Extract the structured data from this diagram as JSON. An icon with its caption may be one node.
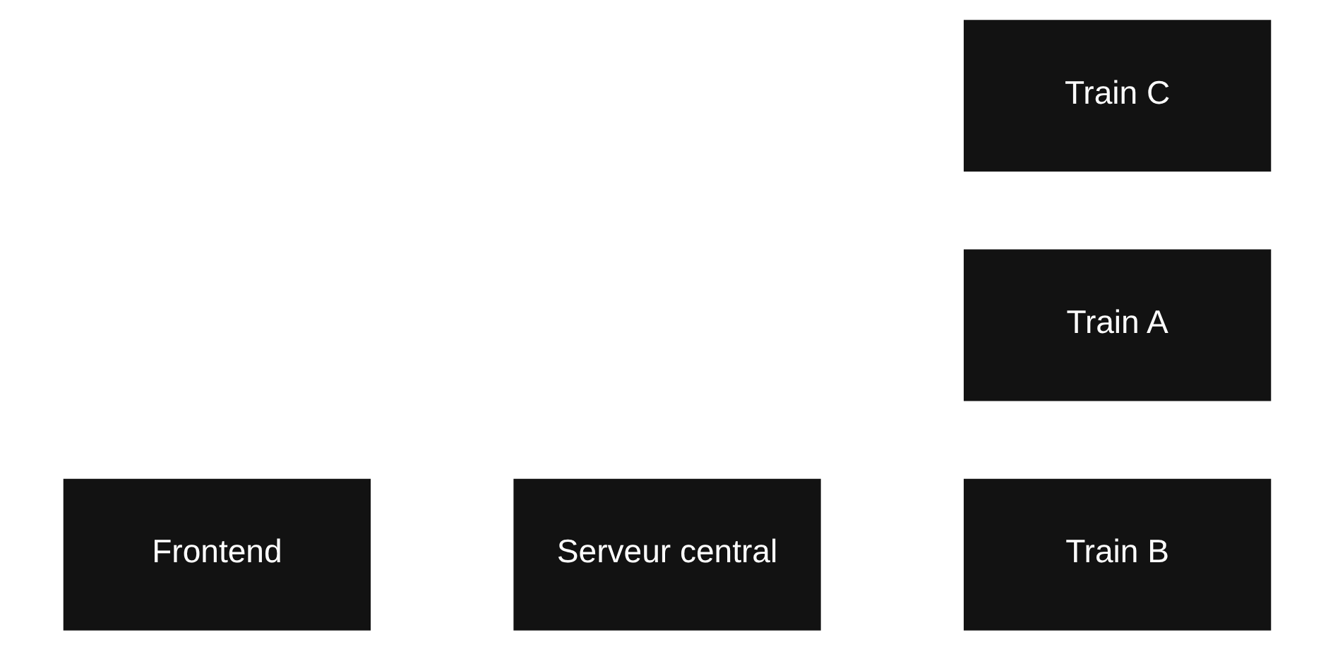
{
  "diagram": {
    "nodes": [
      {
        "text": [
          "Frontend"
        ]
      },
      {
        "text": [
          "Serveur central"
        ]
      },
      {
        "text": [
          "Train A"
        ]
      },
      {
        "text": [
          "Train B"
        ]
      },
      {
        "text": [
          "Train C"
        ]
      }
    ]
  }
}
